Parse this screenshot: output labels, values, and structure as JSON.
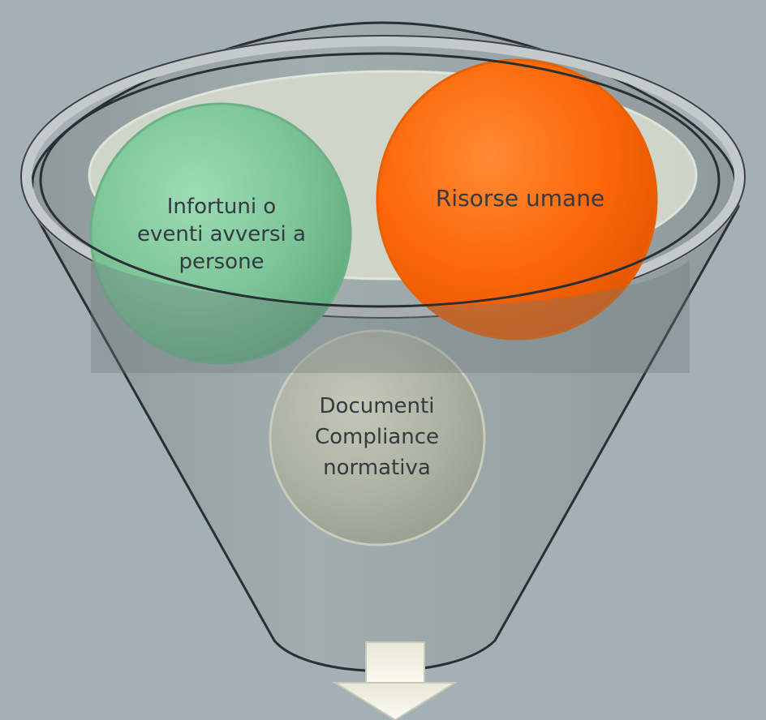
{
  "diagram": {
    "circles": [
      {
        "id": "infortuni",
        "label": "Infortuni o\neventi avversi a\npersone",
        "fill": "#7cc498"
      },
      {
        "id": "risorse",
        "label": "Risorse umane",
        "fill": "#fc6608"
      },
      {
        "id": "documenti",
        "label": "Documenti\nCompliance\nnormativa",
        "fill": "#aeb2a2"
      }
    ]
  },
  "colors": {
    "background": "#a3b0b6",
    "funnel_fill": "#9aa5a8",
    "funnel_rim": "#c9cfd0",
    "inner_ellipse": "#d3d8cc",
    "text": "#333b40",
    "arrow": "#f6f6e8"
  }
}
